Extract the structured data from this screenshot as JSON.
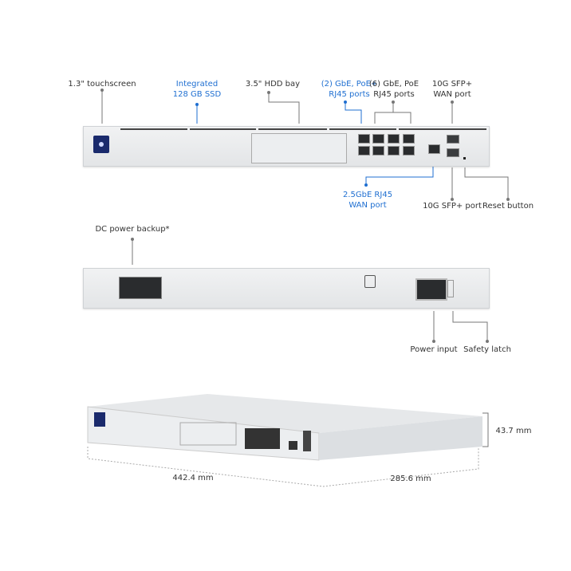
{
  "front_view": {
    "labels": {
      "touchscreen": "1.3\" touchscreen",
      "ssd": [
        "Integrated",
        "128 GB SSD"
      ],
      "hdd_bay": "3.5\" HDD bay",
      "poe_plus_ports": [
        "(2) GbE, PoE+",
        "RJ45 ports"
      ],
      "poe_ports": [
        "(6) GbE, PoE",
        "RJ45 ports"
      ],
      "sfp_wan": [
        "10G SFP+",
        "WAN port"
      ],
      "rj45_wan": [
        "2.5GbE RJ45",
        "WAN port"
      ],
      "sfp_port": "10G SFP+ port",
      "reset": "Reset button"
    }
  },
  "rear_view": {
    "labels": {
      "dc_power": "DC power backup*",
      "power_input": "Power input",
      "safety_latch": "Safety latch"
    }
  },
  "dimensions": {
    "height": "43.7 mm",
    "width": "442.4 mm",
    "depth": "285.6 mm"
  },
  "colors": {
    "accent": "#1f6fd1",
    "text": "#333333",
    "screen": "#1a2a6c"
  }
}
